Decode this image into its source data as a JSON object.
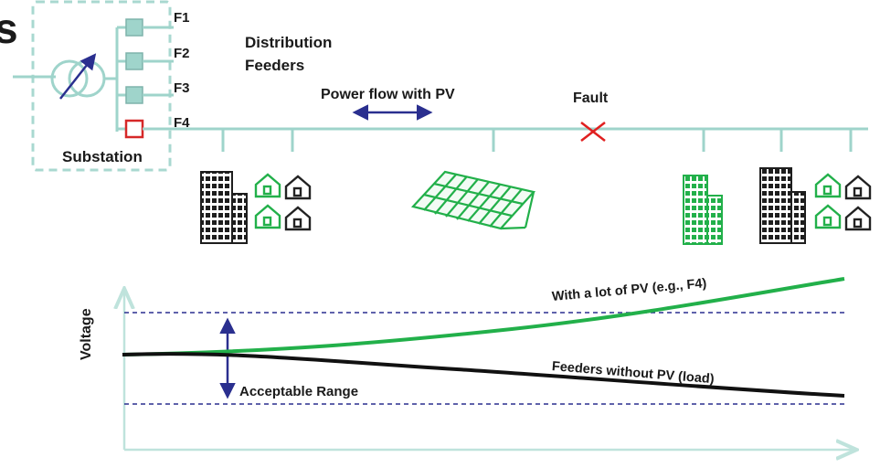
{
  "title_fragment": "s",
  "substation": {
    "label": "Substation"
  },
  "feeders": {
    "f1": "F1",
    "f2": "F2",
    "f3": "F3",
    "f4": "F4"
  },
  "distribution_label": {
    "line1": "Distribution",
    "line2": "Feeders"
  },
  "power_flow_label": "Power flow with PV",
  "fault_label": "Fault",
  "voltage_chart": {
    "y_label": "Voltage",
    "curve_with_pv": "With a lot of PV (e.g., F4)",
    "curve_without_pv": "Feeders without PV (load)",
    "range_label": "Acceptable Range"
  },
  "colors": {
    "line": "#9fd4cb",
    "green": "#22b04a",
    "navy": "#2a2f8f",
    "fault_red": "#e02020",
    "breaker_fill": "#9fd4cb",
    "breaker_open": "#d62828"
  },
  "icons": [
    "transformer-icon",
    "breaker-icon",
    "office-building-icon",
    "house-icon",
    "solar-panel-icon",
    "fault-x-icon",
    "double-arrow-icon"
  ]
}
